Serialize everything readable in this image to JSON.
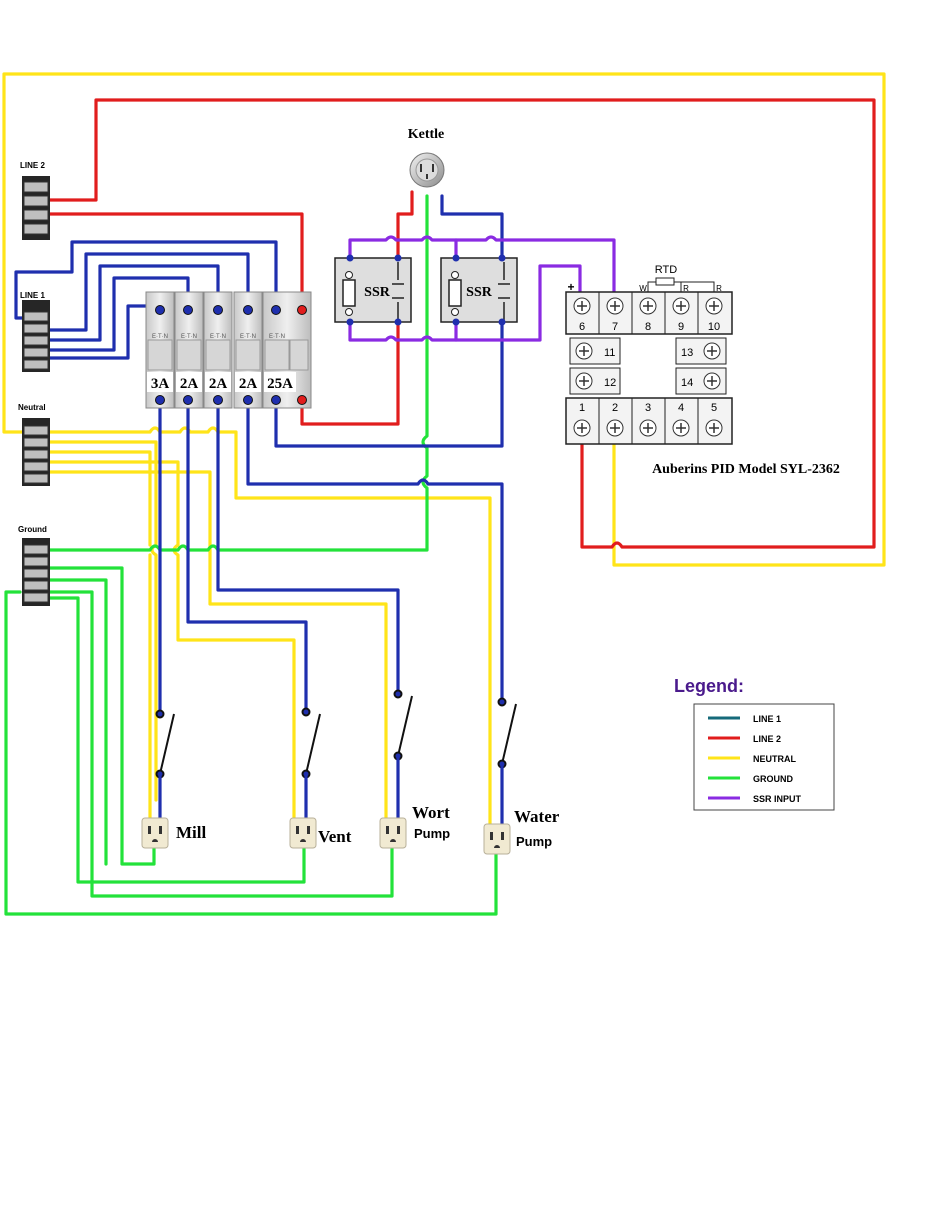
{
  "colors": {
    "line1": "#1f2fae",
    "line2": "#e11d1d",
    "neutral": "#ffe419",
    "ground": "#23e23a",
    "ssr_input": "#8a2be2",
    "legend_line1": "#166a7a",
    "legend_title": "#4a1a8c"
  },
  "labels": {
    "kettle": "Kettle",
    "line2": "LINE 2",
    "line1": "LINE 1",
    "neutral": "Neutral",
    "ground": "Ground",
    "ssr_left": "SSR",
    "ssr_right": "SSR",
    "breaker_brand": "E·T·N",
    "pid_model": "Auberins PID Model SYL-2362",
    "rtd": "RTD",
    "plus": "+",
    "w": "W",
    "r1": "R",
    "r2": "R"
  },
  "breakers": [
    "3A",
    "2A",
    "2A",
    "2A",
    "25A"
  ],
  "pid_terminals": {
    "top": [
      "6",
      "7",
      "8",
      "9",
      "10"
    ],
    "mid_left": [
      "11",
      "12"
    ],
    "mid_right": [
      "13",
      "14"
    ],
    "bottom": [
      "1",
      "2",
      "3",
      "4",
      "5"
    ]
  },
  "outlets": [
    {
      "name": "Mill",
      "sub": ""
    },
    {
      "name": "Vent",
      "sub": ""
    },
    {
      "name": "Wort",
      "sub": "Pump"
    },
    {
      "name": "Water",
      "sub": "Pump"
    }
  ],
  "legend": {
    "title": "Legend:",
    "items": [
      {
        "label": "LINE 1",
        "color_key": "legend_line1"
      },
      {
        "label": "LINE 2",
        "color_key": "line2"
      },
      {
        "label": "NEUTRAL",
        "color_key": "neutral"
      },
      {
        "label": "GROUND",
        "color_key": "ground"
      },
      {
        "label": "SSR INPUT",
        "color_key": "ssr_input"
      }
    ]
  }
}
